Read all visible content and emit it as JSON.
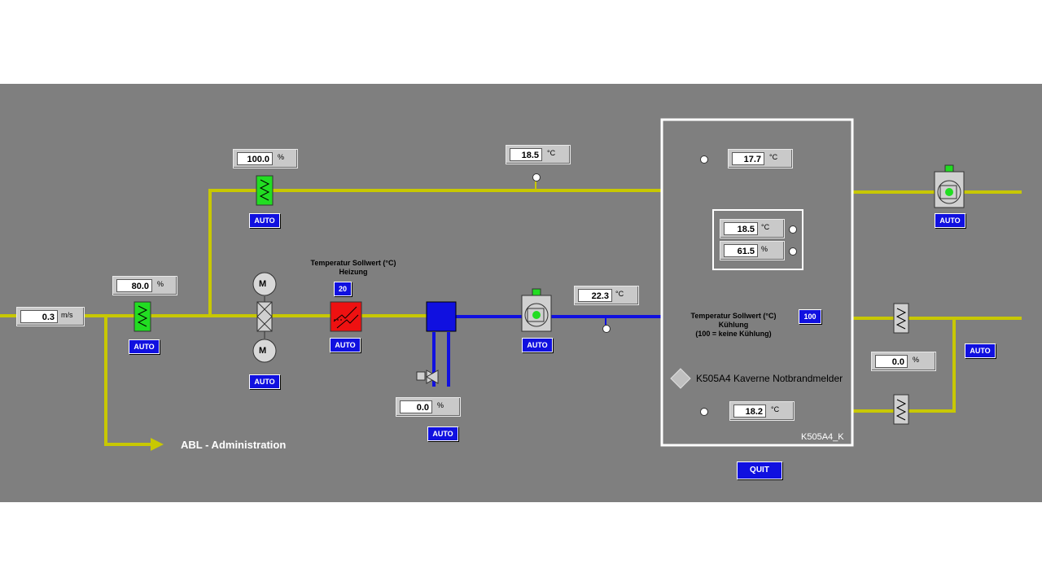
{
  "airflow": {
    "value": "0.3",
    "unit": "m/s"
  },
  "filter_main": {
    "value": "80.0",
    "unit": "%",
    "auto": "AUTO"
  },
  "filter_top": {
    "value": "100.0",
    "unit": "%",
    "auto": "AUTO"
  },
  "temp_top": {
    "value": "18.5",
    "unit": "°C"
  },
  "damper": {
    "auto": "AUTO",
    "motor_label": "M"
  },
  "heating": {
    "title_line1": "Temperatur Sollwert (°C)",
    "title_line2": "Heizung",
    "setpoint": "20",
    "auto": "AUTO"
  },
  "valve": {
    "value": "0.0",
    "unit": "%",
    "auto": "AUTO"
  },
  "supply_fan": {
    "auto": "AUTO"
  },
  "supply_temp": {
    "value": "22.3",
    "unit": "°C"
  },
  "room": {
    "temp_top": {
      "value": "17.7",
      "unit": "°C"
    },
    "inner_temp": {
      "value": "18.5",
      "unit": "°C"
    },
    "inner_humidity": {
      "value": "61.5",
      "unit": "%"
    },
    "cooling_title_line1": "Temperatur Sollwert (°C)",
    "cooling_title_line2": "Kühlung",
    "cooling_title_line3": "(100 = keine Kühlung)",
    "cooling_setpoint": "100",
    "alarm_label": "K505A4 Kaverne Notbrandmelder",
    "temp_bottom": {
      "value": "18.2",
      "unit": "°C"
    },
    "id_label": "K505A4_K"
  },
  "exhaust_fan": {
    "auto": "AUTO"
  },
  "right_damper": {
    "value": "0.0",
    "unit": "%",
    "auto": "AUTO"
  },
  "abl_label": "ABL - Administration",
  "quit_label": "QUIT",
  "colors": {
    "background": "#7f7f7f",
    "air_duct": "#c8c800",
    "water_pipe": "#1010e0",
    "filter_ok": "#22dd22",
    "heater": "#ee1111",
    "button": "#1010e0"
  }
}
